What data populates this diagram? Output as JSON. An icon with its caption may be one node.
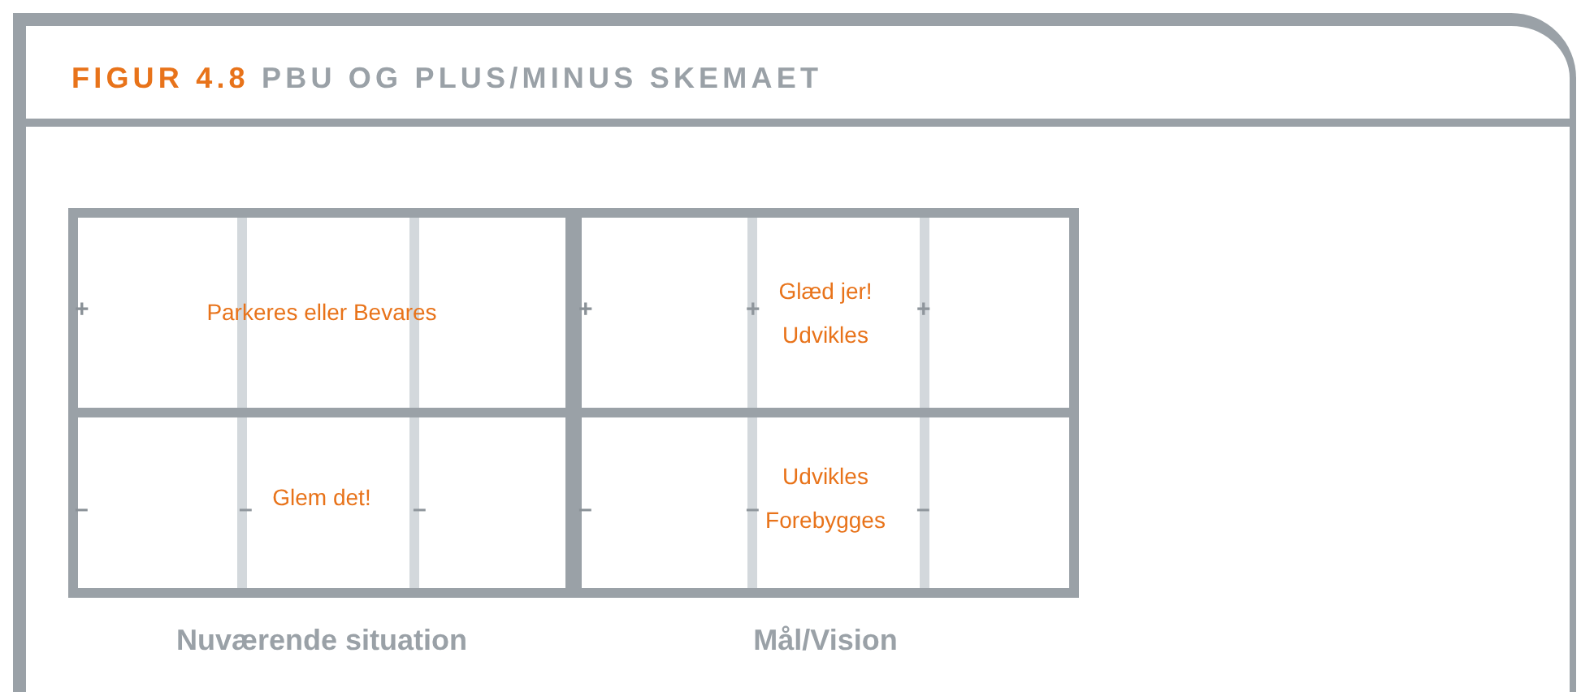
{
  "diagram": {
    "title": "FIGUR 4.8 PBU OG PLUS/MINUS SKEMAET",
    "nodes": [
      {
        "text": [
          "Nuværende situation"
        ]
      },
      {
        "text": [
          "Parkeres eller Bevares"
        ],
        "in": 0
      },
      {
        "text": [
          "Glem det!"
        ],
        "in": 0
      },
      {
        "text": [
          "Mål/Vision"
        ]
      },
      {
        "text": [
          "Glæd jer!",
          "Udvikles"
        ],
        "in": 3
      },
      {
        "text": [
          "Udvikles",
          "Forebygges"
        ],
        "in": 3
      }
    ],
    "edges": [],
    "labels": [
      "+",
      "+",
      "+",
      "+",
      "–",
      "–",
      "–",
      "–",
      "–",
      "–"
    ]
  }
}
